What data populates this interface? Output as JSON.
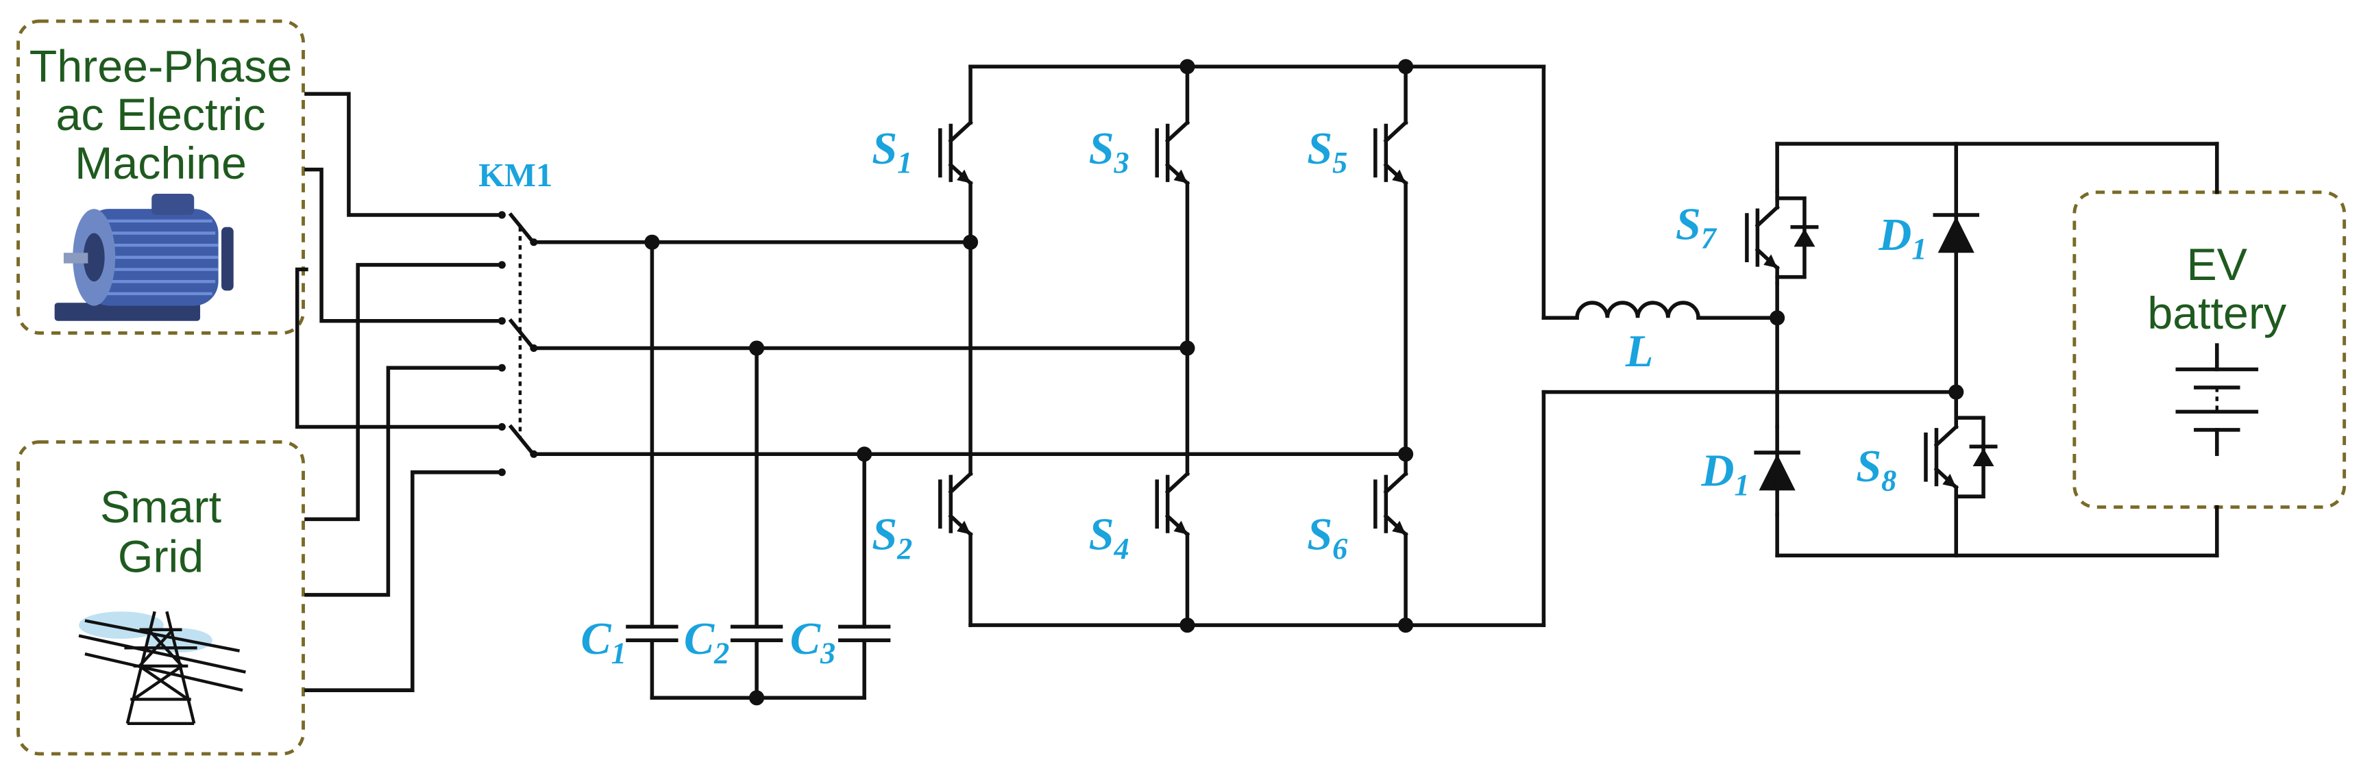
{
  "blocks": {
    "machine": {
      "lines": [
        "Three-Phase",
        "ac Electric",
        "Machine"
      ]
    },
    "grid": {
      "lines": [
        "Smart",
        "Grid"
      ]
    },
    "battery": {
      "lines": [
        "EV",
        "battery"
      ]
    }
  },
  "switch_label": "KM1",
  "switches": [
    {
      "letter": "S",
      "sub": "1"
    },
    {
      "letter": "S",
      "sub": "3"
    },
    {
      "letter": "S",
      "sub": "5"
    },
    {
      "letter": "S",
      "sub": "2"
    },
    {
      "letter": "S",
      "sub": "4"
    },
    {
      "letter": "S",
      "sub": "6"
    },
    {
      "letter": "S",
      "sub": "7"
    },
    {
      "letter": "S",
      "sub": "8"
    }
  ],
  "capacitors": [
    {
      "letter": "C",
      "sub": "1"
    },
    {
      "letter": "C",
      "sub": "2"
    },
    {
      "letter": "C",
      "sub": "3"
    }
  ],
  "diodes": [
    {
      "letter": "D",
      "sub": "1"
    },
    {
      "letter": "D",
      "sub": "1"
    }
  ],
  "inductor": {
    "letter": "L"
  },
  "colors": {
    "label": "#1aa3dd",
    "block_text": "#1f5a1f",
    "block_border": "#7a6a28",
    "wire": "#111111"
  }
}
